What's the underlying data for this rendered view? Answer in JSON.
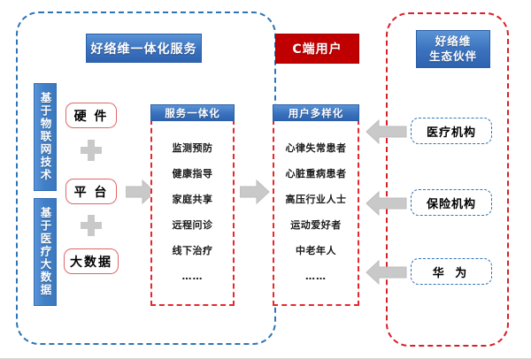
{
  "diagram": {
    "title_left_panel": "好络维一体化服务",
    "title_center": "C端用户",
    "title_right_panel_line1": "好络维",
    "title_right_panel_line2": "生态伙伴",
    "colors": {
      "panel_left_border": "#2E75B6",
      "panel_right_border": "#D91F26",
      "chip_blue": "#3B72BE",
      "chip_red": "#C00000",
      "card_dash_red": "#E8262D",
      "pill_border_red": "#E06666",
      "arrow_grey": "#C9C9C9",
      "partner_dash_blue": "#2E75B6"
    }
  },
  "left_panel": {
    "header_label": "好络维一体化服务",
    "vertical_bars": [
      {
        "label": "基于物联网技术"
      },
      {
        "label": "基于医疗大数据"
      }
    ],
    "stack": [
      {
        "label": "硬 件"
      },
      {
        "label": "平 台"
      },
      {
        "label": "大数据"
      }
    ],
    "plus_symbol": "+",
    "service_card": {
      "header": "服务一体化",
      "items": [
        "监测预防",
        "健康指导",
        "家庭共享",
        "远程问诊",
        "线下治疗",
        "……"
      ]
    }
  },
  "center": {
    "header_label": "C端用户",
    "users_card": {
      "header": "用户多样化",
      "items": [
        "心律失常患者",
        "心脏重病患者",
        "高压行业人士",
        "运动爱好者",
        "中老年人",
        "……"
      ]
    }
  },
  "right_panel": {
    "header_label_line1": "好络维",
    "header_label_line2": "生态伙伴",
    "partners": [
      {
        "label": "医疗机构"
      },
      {
        "label": "保险机构"
      },
      {
        "label": "华 为"
      }
    ]
  },
  "arrows": {
    "stack_to_service": "arrow-right",
    "service_to_users": "arrow-right",
    "hospital_to_users": "arrow-left",
    "insurance_to_users": "arrow-left",
    "huawei_to_users": "arrow-left"
  }
}
